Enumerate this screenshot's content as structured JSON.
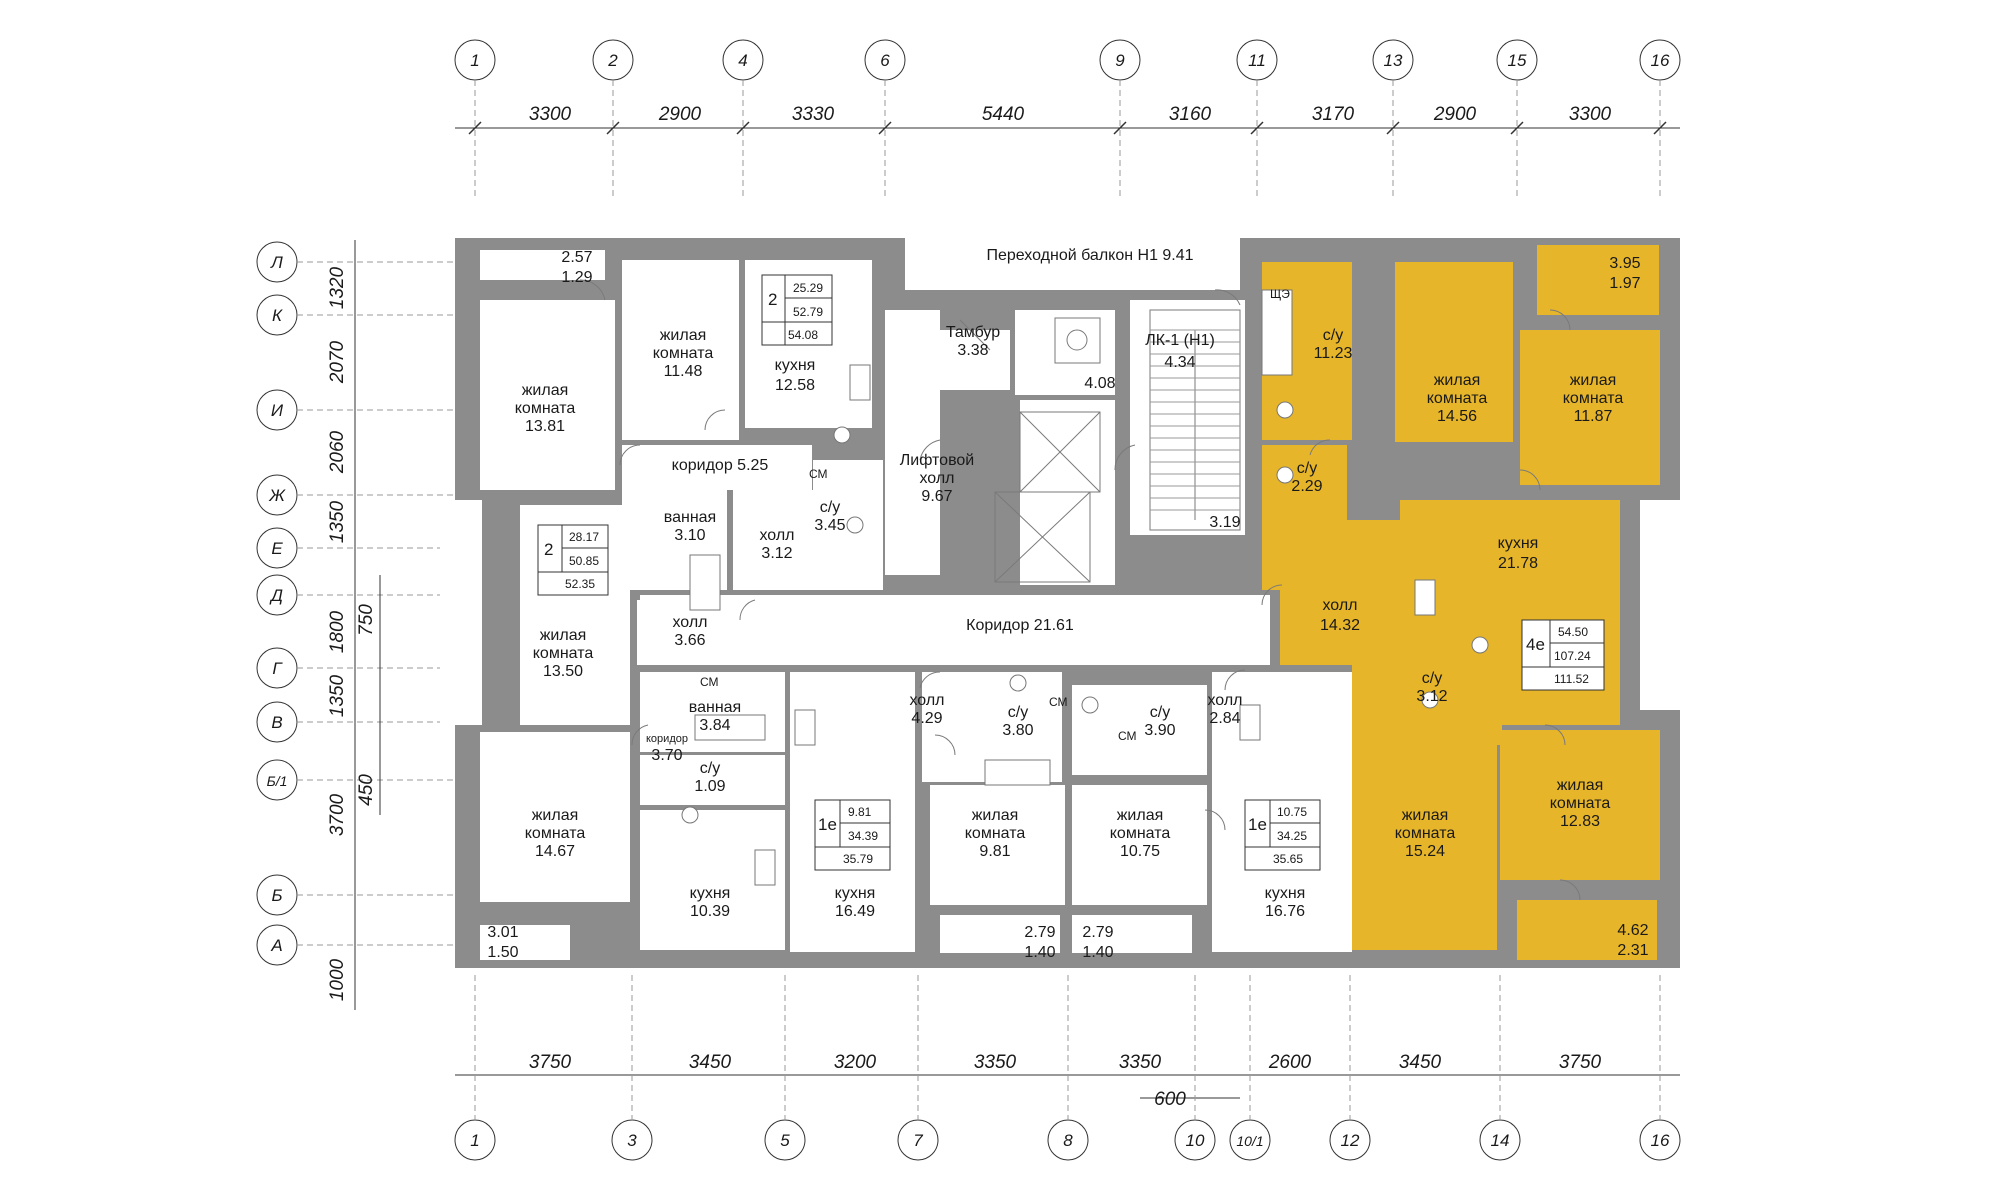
{
  "colors": {
    "wall": "#8c8c8c",
    "highlight": "#e6b52a",
    "line": "#7a7a7a"
  },
  "axes_top": [
    "1",
    "2",
    "4",
    "6",
    "9",
    "11",
    "13",
    "15",
    "16"
  ],
  "dims_top": [
    "3300",
    "2900",
    "3330",
    "5440",
    "3160",
    "3170",
    "2900",
    "3300"
  ],
  "axes_bottom": [
    "1",
    "3",
    "5",
    "7",
    "8",
    "10",
    "10/1",
    "12",
    "14",
    "16"
  ],
  "dims_bottom": [
    "3750",
    "3450",
    "3200",
    "3350",
    "3350",
    "2600",
    "3450",
    "3750"
  ],
  "dim_bottom_extra": "600",
  "axes_left": [
    "Л",
    "К",
    "И",
    "Ж",
    "Е",
    "Д",
    "Г",
    "В",
    "Б/1",
    "Б",
    "А"
  ],
  "dims_left_outer": [
    "1320",
    "2070",
    "2060",
    "1350",
    "1800",
    "1350",
    "3700",
    "1000"
  ],
  "dims_left_inner": [
    "750",
    "450"
  ],
  "rooms": {
    "balcony_top_left": [
      "2.57",
      "1.29"
    ],
    "living_13_81": [
      "жилая",
      "комната",
      "13.81"
    ],
    "living_11_48": [
      "жилая",
      "комната",
      "11.48"
    ],
    "kitchen_12_58": [
      "кухня",
      "12.58"
    ],
    "corridor_5_25": "коридор  5.25",
    "bath_3_10": [
      "ванная",
      "3.10"
    ],
    "hall_3_12": [
      "холл",
      "3.12"
    ],
    "wc_3_45": [
      "с/у",
      "3.45"
    ],
    "transit_balcony": "Переходной балкон Н1  9.41",
    "tambour": [
      "Тамбур",
      "3.38"
    ],
    "safe_zone": "4.08",
    "stair": [
      "ЛК-1 (Н1)",
      "4.34"
    ],
    "stair_low": "3.19",
    "lift_hall": [
      "Лифтовой",
      "холл",
      "9.67"
    ],
    "corridor_21_61": "Коридор  21.61",
    "living_13_50": [
      "жилая",
      "комната",
      "13.50"
    ],
    "hall_3_66": [
      "холл",
      "3.66"
    ],
    "bath_3_84": [
      "ванная",
      "3.84"
    ],
    "corridor_3_70": [
      "коридор",
      "3.70"
    ],
    "wc_1_09": [
      "с/у",
      "1.09"
    ],
    "living_14_67": [
      "жилая",
      "комната",
      "14.67"
    ],
    "kitchen_10_39": [
      "кухня",
      "10.39"
    ],
    "balcony_3_01": [
      "3.01",
      "1.50"
    ],
    "kitchen_16_49": [
      "кухня",
      "16.49"
    ],
    "hall_4_29": [
      "холл",
      "4.29"
    ],
    "wc_3_80": [
      "с/у",
      "3.80"
    ],
    "living_9_81": [
      "жилая",
      "комната",
      "9.81"
    ],
    "balcony_2_79a": [
      "2.79",
      "1.40"
    ],
    "wc_3_90": [
      "с/у",
      "3.90"
    ],
    "living_10_75": [
      "жилая",
      "комната",
      "10.75"
    ],
    "balcony_2_79b": [
      "2.79",
      "1.40"
    ],
    "hall_2_84": [
      "холл",
      "2.84"
    ],
    "kitchen_16_76": [
      "кухня",
      "16.76"
    ],
    "wc_11_23": [
      "с/у",
      "11.23"
    ],
    "living_14_56": [
      "жилая",
      "комната",
      "14.56"
    ],
    "balcony_3_95": [
      "3.95",
      "1.97"
    ],
    "living_11_87": [
      "жилая",
      "комната",
      "11.87"
    ],
    "wc_2_29": [
      "с/у",
      "2.29"
    ],
    "kitchen_21_78": [
      "кухня",
      "21.78"
    ],
    "hall_14_32": [
      "холл",
      "14.32"
    ],
    "wc_3_12": [
      "с/у",
      "3.12"
    ],
    "living_15_24": [
      "жилая",
      "комната",
      "15.24"
    ],
    "living_12_83": [
      "жилая",
      "комната",
      "12.83"
    ],
    "balcony_4_62": [
      "4.62",
      "2.31"
    ]
  },
  "apartments": {
    "apt_2_top": {
      "rooms": "2",
      "a": "25.29",
      "b": "52.79",
      "c": "54.08"
    },
    "apt_2_left": {
      "rooms": "2",
      "a": "28.17",
      "b": "50.85",
      "c": "52.35"
    },
    "apt_1e_a": {
      "rooms": "1е",
      "a": "9.81",
      "b": "34.39",
      "c": "35.79"
    },
    "apt_1e_b": {
      "rooms": "1е",
      "a": "10.75",
      "b": "34.25",
      "c": "35.65"
    },
    "apt_4e": {
      "rooms": "4е",
      "a": "54.50",
      "b": "107.24",
      "c": "111.52"
    }
  },
  "fixture_labels": {
    "washer": "СМ",
    "panel": "ЩЭ"
  }
}
